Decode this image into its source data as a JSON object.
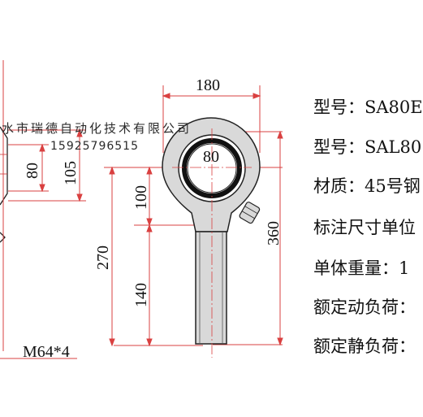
{
  "colors": {
    "dimension_line": "#d94040",
    "outline": "#222222",
    "ring": "#111111",
    "body_fill": "#d9d9d9"
  },
  "dimensions": {
    "d_180": "180",
    "d_80_bore": "80",
    "d_80_left": "80",
    "d_105": "105",
    "d_100": "100",
    "d_270": "270",
    "d_140": "140",
    "d_360": "360",
    "thread": "M64*4"
  },
  "watermark": {
    "company": "水市瑞德自动化技术有限公司",
    "phone": "15925796515"
  },
  "specs": {
    "model_1": "型号：SA80E",
    "model_2": "型号：SAL80",
    "material": "材质：45号钢",
    "unit_note": "标注尺寸单位",
    "weight": "单体重量：1",
    "dynamic_load": "额定动负荷：",
    "static_load": "额定静负荷："
  }
}
